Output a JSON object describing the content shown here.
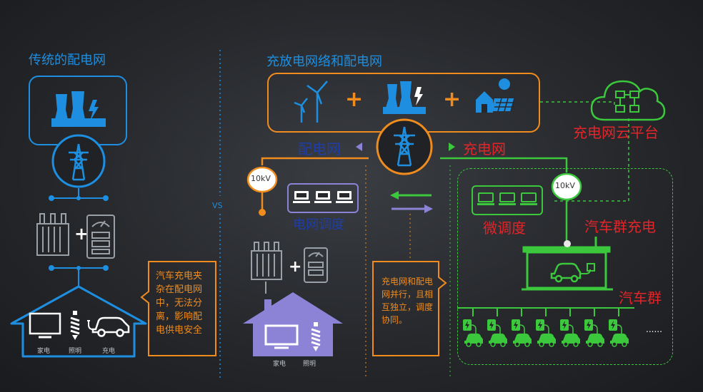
{
  "left": {
    "title": "传统的配电网",
    "note": "汽车充电夹杂在配电网中，无法分离，影响配电供电安全",
    "labels": [
      "家电",
      "照明",
      "充电"
    ]
  },
  "vs": "VS",
  "middle": {
    "title": "充放电网络和配电网",
    "plus": "+",
    "distribution_grid": "配电网",
    "charging_grid": "充电网",
    "voltage": "10kV",
    "dispatch": "电网调度",
    "note": "充电网和配电网并行，且相互独立，调度协同。",
    "labels": [
      "家电",
      "照明"
    ]
  },
  "right": {
    "cloud_platform": "充电网云平台",
    "voltage": "10kV",
    "micro_dispatch": "微调度",
    "group_charging": "汽车群充电",
    "car_group": "汽车群",
    "ellipsis": "......"
  },
  "colors": {
    "blue": "#1e8fe0",
    "orange": "#f08c1e",
    "purple": "#8d83d6",
    "green": "#3cc83c",
    "red": "#e0262a"
  }
}
